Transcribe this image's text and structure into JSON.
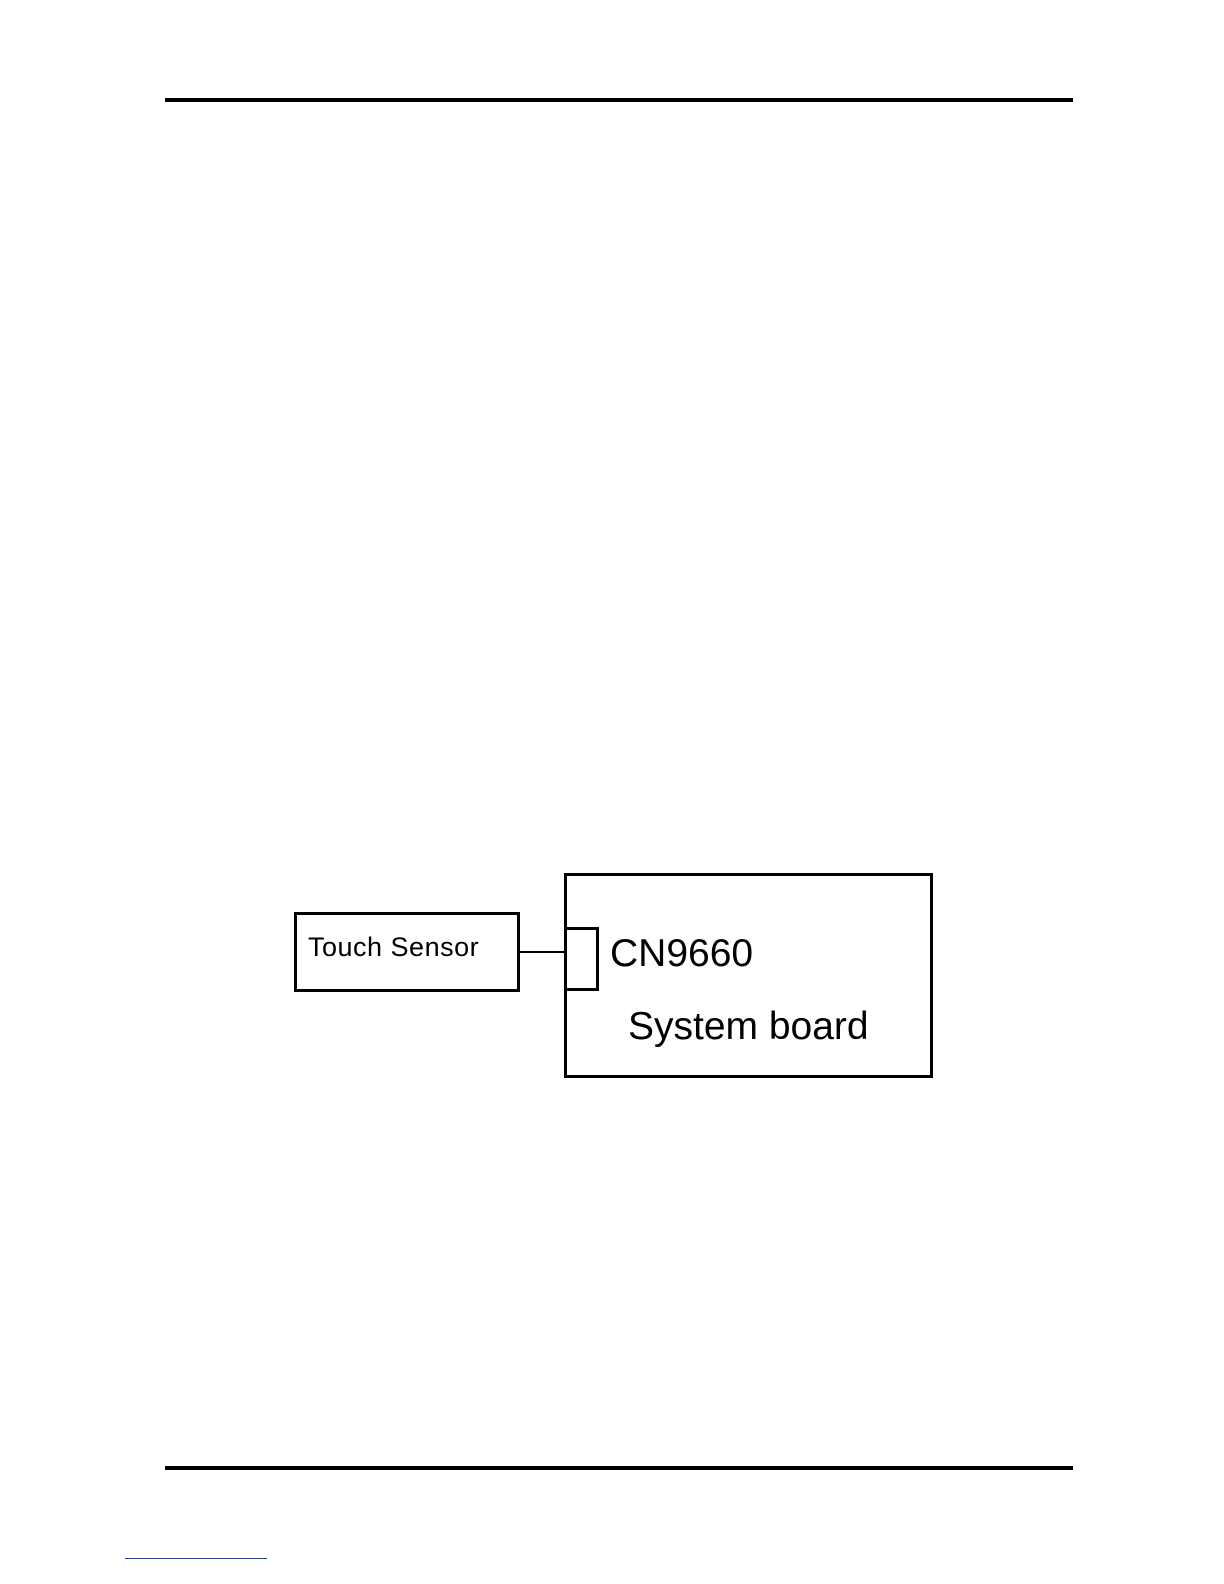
{
  "diagram": {
    "touch_sensor_label": "Touch Sensor",
    "connector_label": "CN9660",
    "board_label": "System board"
  },
  "colors": {
    "ink": "#000000",
    "background": "#ffffff",
    "footer_link": "#1a3fd0"
  }
}
